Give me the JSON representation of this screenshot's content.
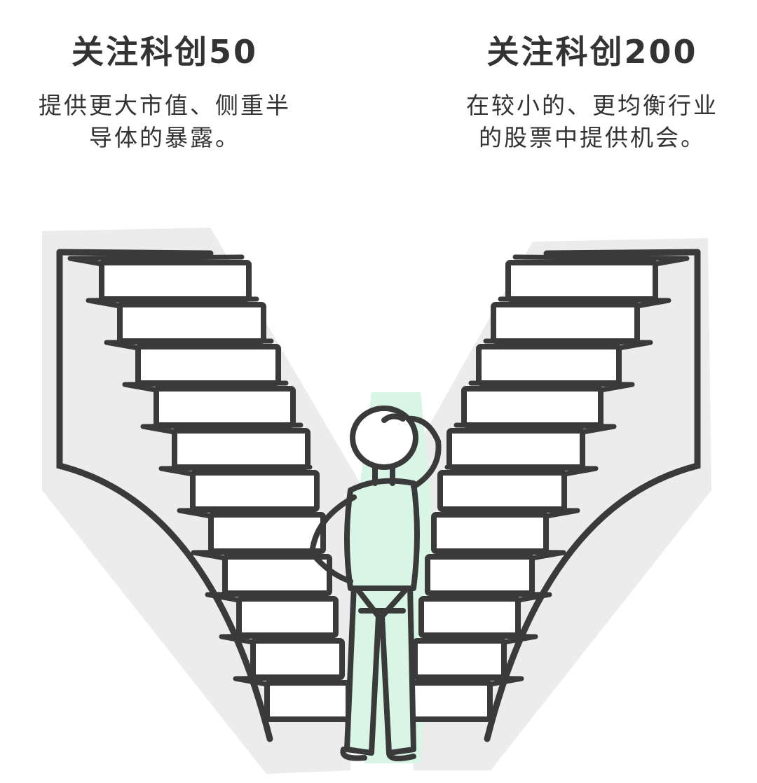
{
  "left_option": {
    "title": "关注科创50",
    "desc_line1": "提供更大市值、侧重半",
    "desc_line2": "导体的暴露。"
  },
  "right_option": {
    "title": "关注科创200",
    "desc_line1": "在较小的、更均衡行业",
    "desc_line2": "的股票中提供机会。"
  },
  "palette": {
    "ink": "#3a3a3a",
    "shadow": "#ececec",
    "accent": "#d8f5e6",
    "paper": "#ffffff"
  },
  "illustration": {
    "subject": "person-at-fork-of-two-staircases",
    "left_staircase_steps": 11,
    "right_staircase_steps": 11
  }
}
